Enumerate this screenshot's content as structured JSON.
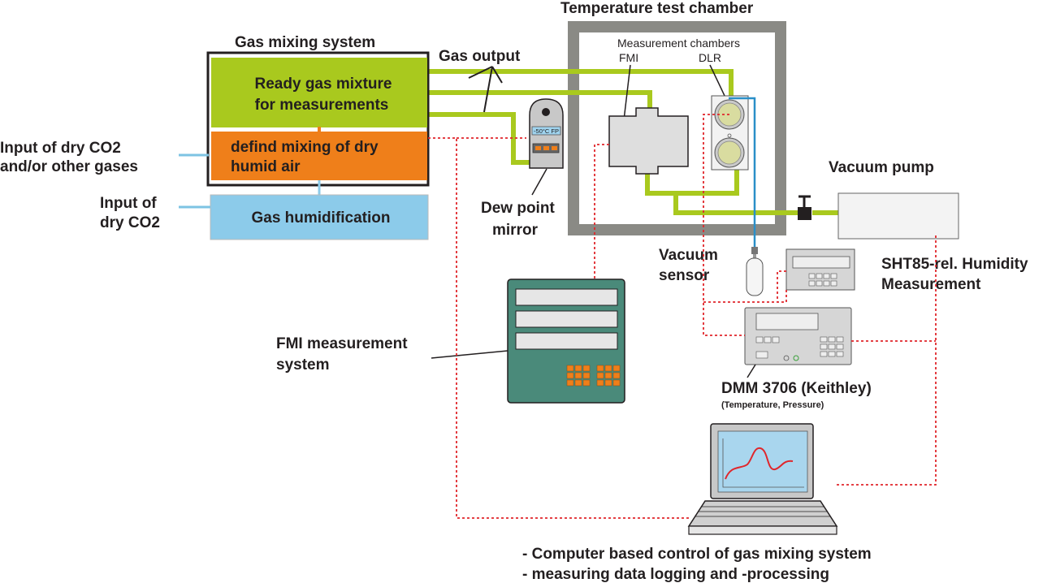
{
  "labels": {
    "gas_mixing_system": "Gas mixing system",
    "gas_output": "Gas output",
    "temperature_test_chamber": "Temperature test chamber",
    "measurement_chambers": "Measurement chambers",
    "fmi_short": "FMI",
    "dlr_short": "DLR",
    "ready_gas_line1": "Ready gas mixture",
    "ready_gas_line2": "for measurements",
    "defined_mixing_line1": "defind mixing of dry",
    "defined_mixing_line2": "humid air",
    "gas_humidification": "Gas humidification",
    "input_dry_co2_other_line1": "Input of dry CO2",
    "input_dry_co2_other_line2": "and/or other gases",
    "input_dry_co2_line1": "Input of",
    "input_dry_co2_line2": "dry CO2",
    "dew_point_display": "-50°C FP",
    "dew_point_line1": "Dew point",
    "dew_point_line2": "mirror",
    "vacuum_pump": "Vacuum pump",
    "vacuum_sensor_line1": "Vacuum",
    "vacuum_sensor_line2": "sensor",
    "sht85_line1": "SHT85-rel. Humidity",
    "sht85_line2": "Measurement",
    "fmi_system_line1": "FMI measurement",
    "fmi_system_line2": "system",
    "dmm_title": "DMM 3706 (Keithley)",
    "dmm_subtitle": "(Temperature, Pressure)",
    "computer_line1": "- Computer based control of gas mixing system",
    "computer_line2": "- measuring data logging and -processing"
  },
  "colors": {
    "gas_line": "#a9c91e",
    "mixing_orange": "#ef7f1a",
    "humidification_blue": "#8ccbea",
    "chamber_gray": "#8a8a85",
    "fmi_teal": "#4a8a7a",
    "signal_red": "#e0262b",
    "vacuum_blue": "#2a8fc8",
    "input_line_blue": "#7dc3e3"
  }
}
